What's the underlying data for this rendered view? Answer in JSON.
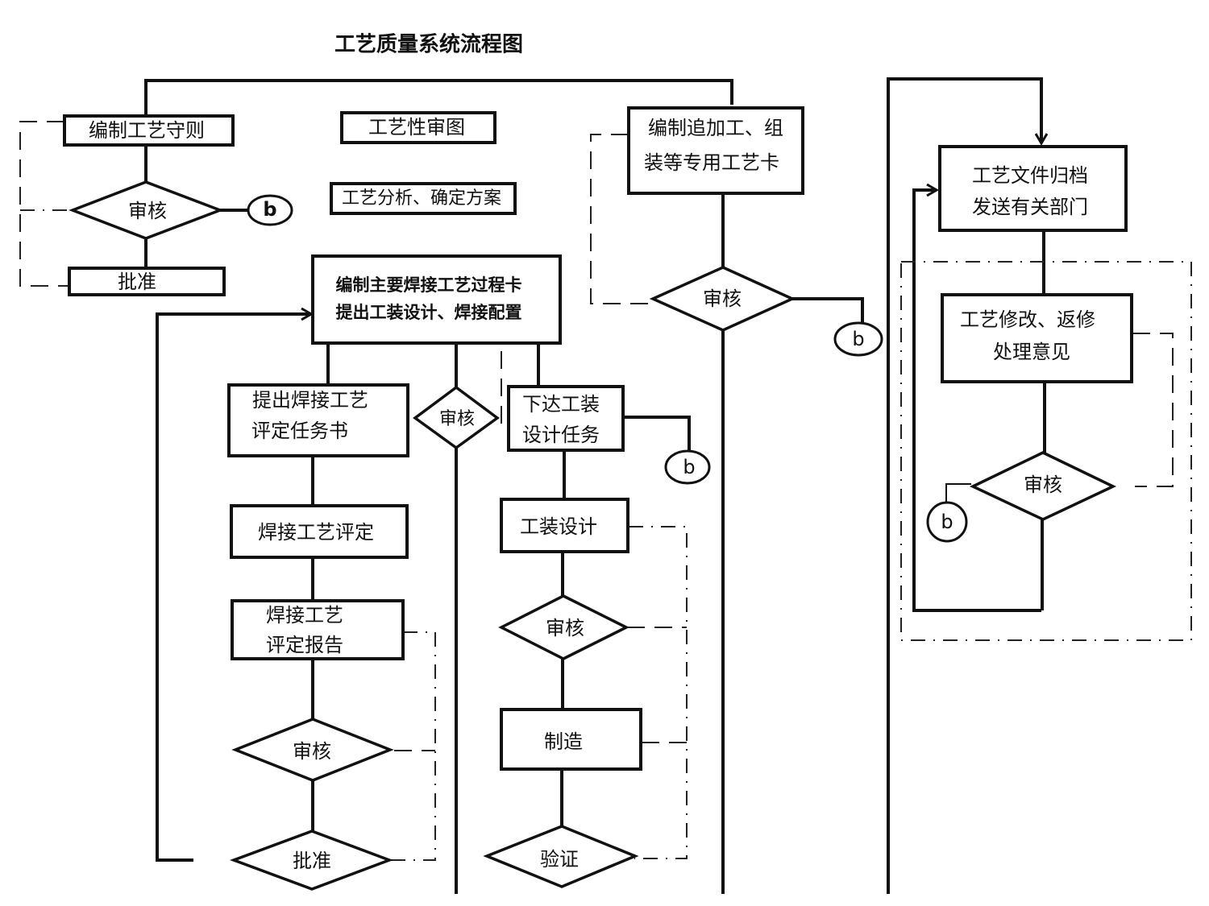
{
  "title": "工艺质量系统流程图",
  "colors": {
    "stroke": "#111111",
    "background": "#ffffff"
  },
  "connector_label": "b",
  "nodes": {
    "rules": "编制工艺守则",
    "rules_review": "审核",
    "rules_approve": "批准",
    "process_review_drawing": "工艺性审图",
    "process_analysis": "工艺分析、确定方案",
    "main_card_line1": "编制主要焊接工艺过程卡",
    "main_card_line2": "提出工装设计、焊接配置",
    "weld_task_line1": "提出焊接工艺",
    "weld_task_line2": "评定任务书",
    "center_review": "审核",
    "weld_eval": "焊接工艺评定",
    "weld_report_line1": "焊接工艺",
    "weld_report_line2": "评定报告",
    "weld_review": "审核",
    "weld_approve": "批准",
    "tooling_task_line1": "下达工装",
    "tooling_task_line2": "设计任务",
    "tooling_design": "工装设计",
    "tooling_review": "审核",
    "manufacture": "制造",
    "verify": "验证",
    "special_card_line1": "编制追加工、组",
    "special_card_line2": "装等专用工艺卡",
    "special_review": "审核",
    "archive_line1": "工艺文件归档",
    "archive_line2": "发送有关部门",
    "modify_line1": "工艺修改、返修",
    "modify_line2": "处理意见",
    "modify_review": "审核"
  }
}
